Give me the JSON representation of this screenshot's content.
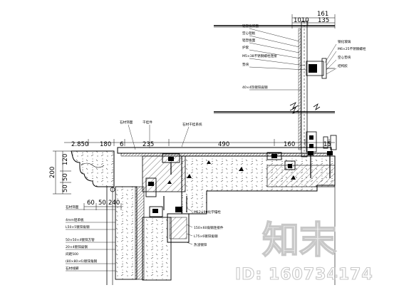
{
  "drawing": {
    "top_dims": {
      "overall": "161",
      "sub_a": "1010",
      "sub_b": "135"
    },
    "mid_dims": {
      "d2850": "2.850",
      "d180": "180",
      "d6": "6",
      "d235": "235",
      "d490": "490",
      "d160": "160",
      "d15": "15"
    },
    "left_dims": {
      "d200": "200",
      "d120": "120",
      "d50a": "50",
      "d50b": "50"
    },
    "bottom_dims": {
      "d60": "60",
      "d50": "50",
      "d240": "240"
    },
    "labels_upper_left": [
      "铝塑板饰面",
      "空心铝板",
      "铝塑板面",
      "护套",
      "M5×38不锈钢螺栓连接",
      "垫块"
    ],
    "labels_upper_right": [
      "钢化玻璃",
      "M6×25不锈钢螺栓",
      "空心垫块",
      "结构胶"
    ],
    "label_mid_right": "40×4热镀锌扁钢",
    "labels_mid_top": [
      "石材饰面",
      "干挂件",
      "石材干挂系统"
    ],
    "labels_bottom_center": [
      "M12×90化学锚栓",
      "150×60角钢连接件",
      "L75×6镀锌角钢",
      "热浸镀锌"
    ],
    "labels_left": [
      "石材饰面",
      "4mm铝单板",
      "L50×5镀锌角钢",
      "50×50×4镀锌方管",
      "20×4镀锌扁钢",
      "间距500"
    ],
    "labels_left_bottom": [
      "(80×80×6)镀锌角钢",
      "石材线脚"
    ],
    "watermark": {
      "logo": "知末",
      "id": "ID: 160734174"
    }
  }
}
